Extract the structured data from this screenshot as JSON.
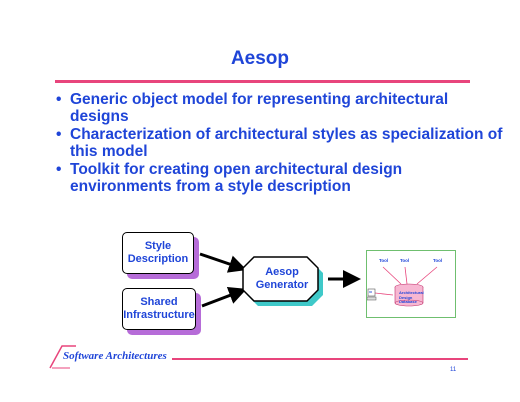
{
  "slide": {
    "title": "Aesop",
    "bullets": [
      "Generic object model for representing architectural designs",
      "Characterization of architectural styles as specialization of this model",
      "Toolkit for creating open architectural design environments from a style description"
    ]
  },
  "diagram": {
    "style_box": "Style Description",
    "infra_box": "Shared Infrastructure",
    "generator": "Aesop Generator",
    "env": {
      "tools": [
        "Tool",
        "Tool",
        "Tool"
      ],
      "ui_icon": "UI",
      "database": "Architectural Design Database"
    }
  },
  "footer": {
    "text": "Software Architectures",
    "page": "11"
  },
  "colors": {
    "title_blue": "#1f45d8",
    "rule_pink": "#e8457c",
    "shadow_purple": "#b66cd8",
    "shadow_teal": "#3fc9c9",
    "env_green": "#6fbf6f"
  }
}
